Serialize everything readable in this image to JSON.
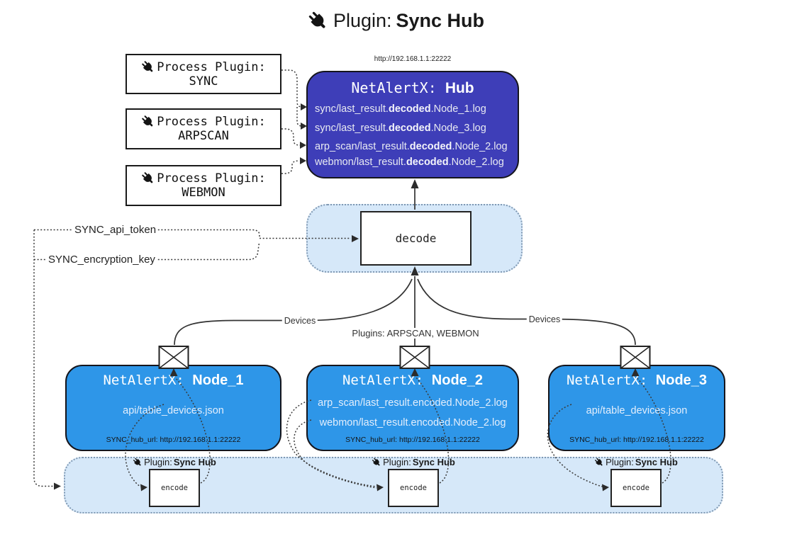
{
  "title": {
    "prefix": "Plugin:",
    "name": "Sync Hub"
  },
  "icons": {
    "plug": "plug-icon",
    "envelope": "envelope-icon"
  },
  "colors": {
    "hub_bg": "#3E3EB8",
    "node_bg": "#2E96E8",
    "band_bg": "#D6E8F9",
    "band_border": "#8099B3",
    "line": "#333333",
    "light_text": "#e8eaf2"
  },
  "process_plugins": [
    {
      "label": "Process Plugin:",
      "name": "SYNC"
    },
    {
      "label": "Process Plugin:",
      "name": "ARPSCAN"
    },
    {
      "label": "Process Plugin:",
      "name": "WEBMON"
    }
  ],
  "hub": {
    "url": "http://192.168.1.1:22222",
    "title_prefix": "NetAlertX:",
    "title_name": "Hub",
    "logs": [
      {
        "pre": "sync/last_result.",
        "bold": "decoded",
        "post": ".Node_1.log"
      },
      {
        "pre": "sync/last_result.",
        "bold": "decoded",
        "post": ".Node_3.log"
      },
      {
        "pre": "arp_scan/last_result.",
        "bold": "decoded",
        "post": ".Node_2.log"
      },
      {
        "pre": "webmon/last_result.",
        "bold": "decoded",
        "post": ".Node_2.log"
      }
    ]
  },
  "decode": {
    "label": "decode"
  },
  "settings": {
    "api_token": "SYNC_api_token",
    "encryption_key": "SYNC_encryption_key"
  },
  "edge_labels": {
    "left": "Devices",
    "center": "Plugins: ARPSCAN, WEBMON",
    "right": "Devices"
  },
  "nodes": [
    {
      "prefix": "NetAlertX:",
      "name": "Node_1",
      "files": [
        "api/table_devices.json"
      ],
      "hub_url": "SYNC_hub_url: http://192.168.1.1:22222"
    },
    {
      "prefix": "NetAlertX:",
      "name": "Node_2",
      "files": [
        "arp_scan/last_result.encoded.Node_2.log",
        "webmon/last_result.encoded.Node_2.log"
      ],
      "hub_url": "SYNC_hub_url: http://192.168.1.1:22222"
    },
    {
      "prefix": "NetAlertX:",
      "name": "Node_3",
      "files": [
        "api/table_devices.json"
      ],
      "hub_url": "SYNC_hub_url: http://192.168.1.1:22222"
    }
  ],
  "encode_band": {
    "plugin_prefix": "Plugin:",
    "plugin_name": "Sync Hub",
    "encode_label": "encode"
  }
}
